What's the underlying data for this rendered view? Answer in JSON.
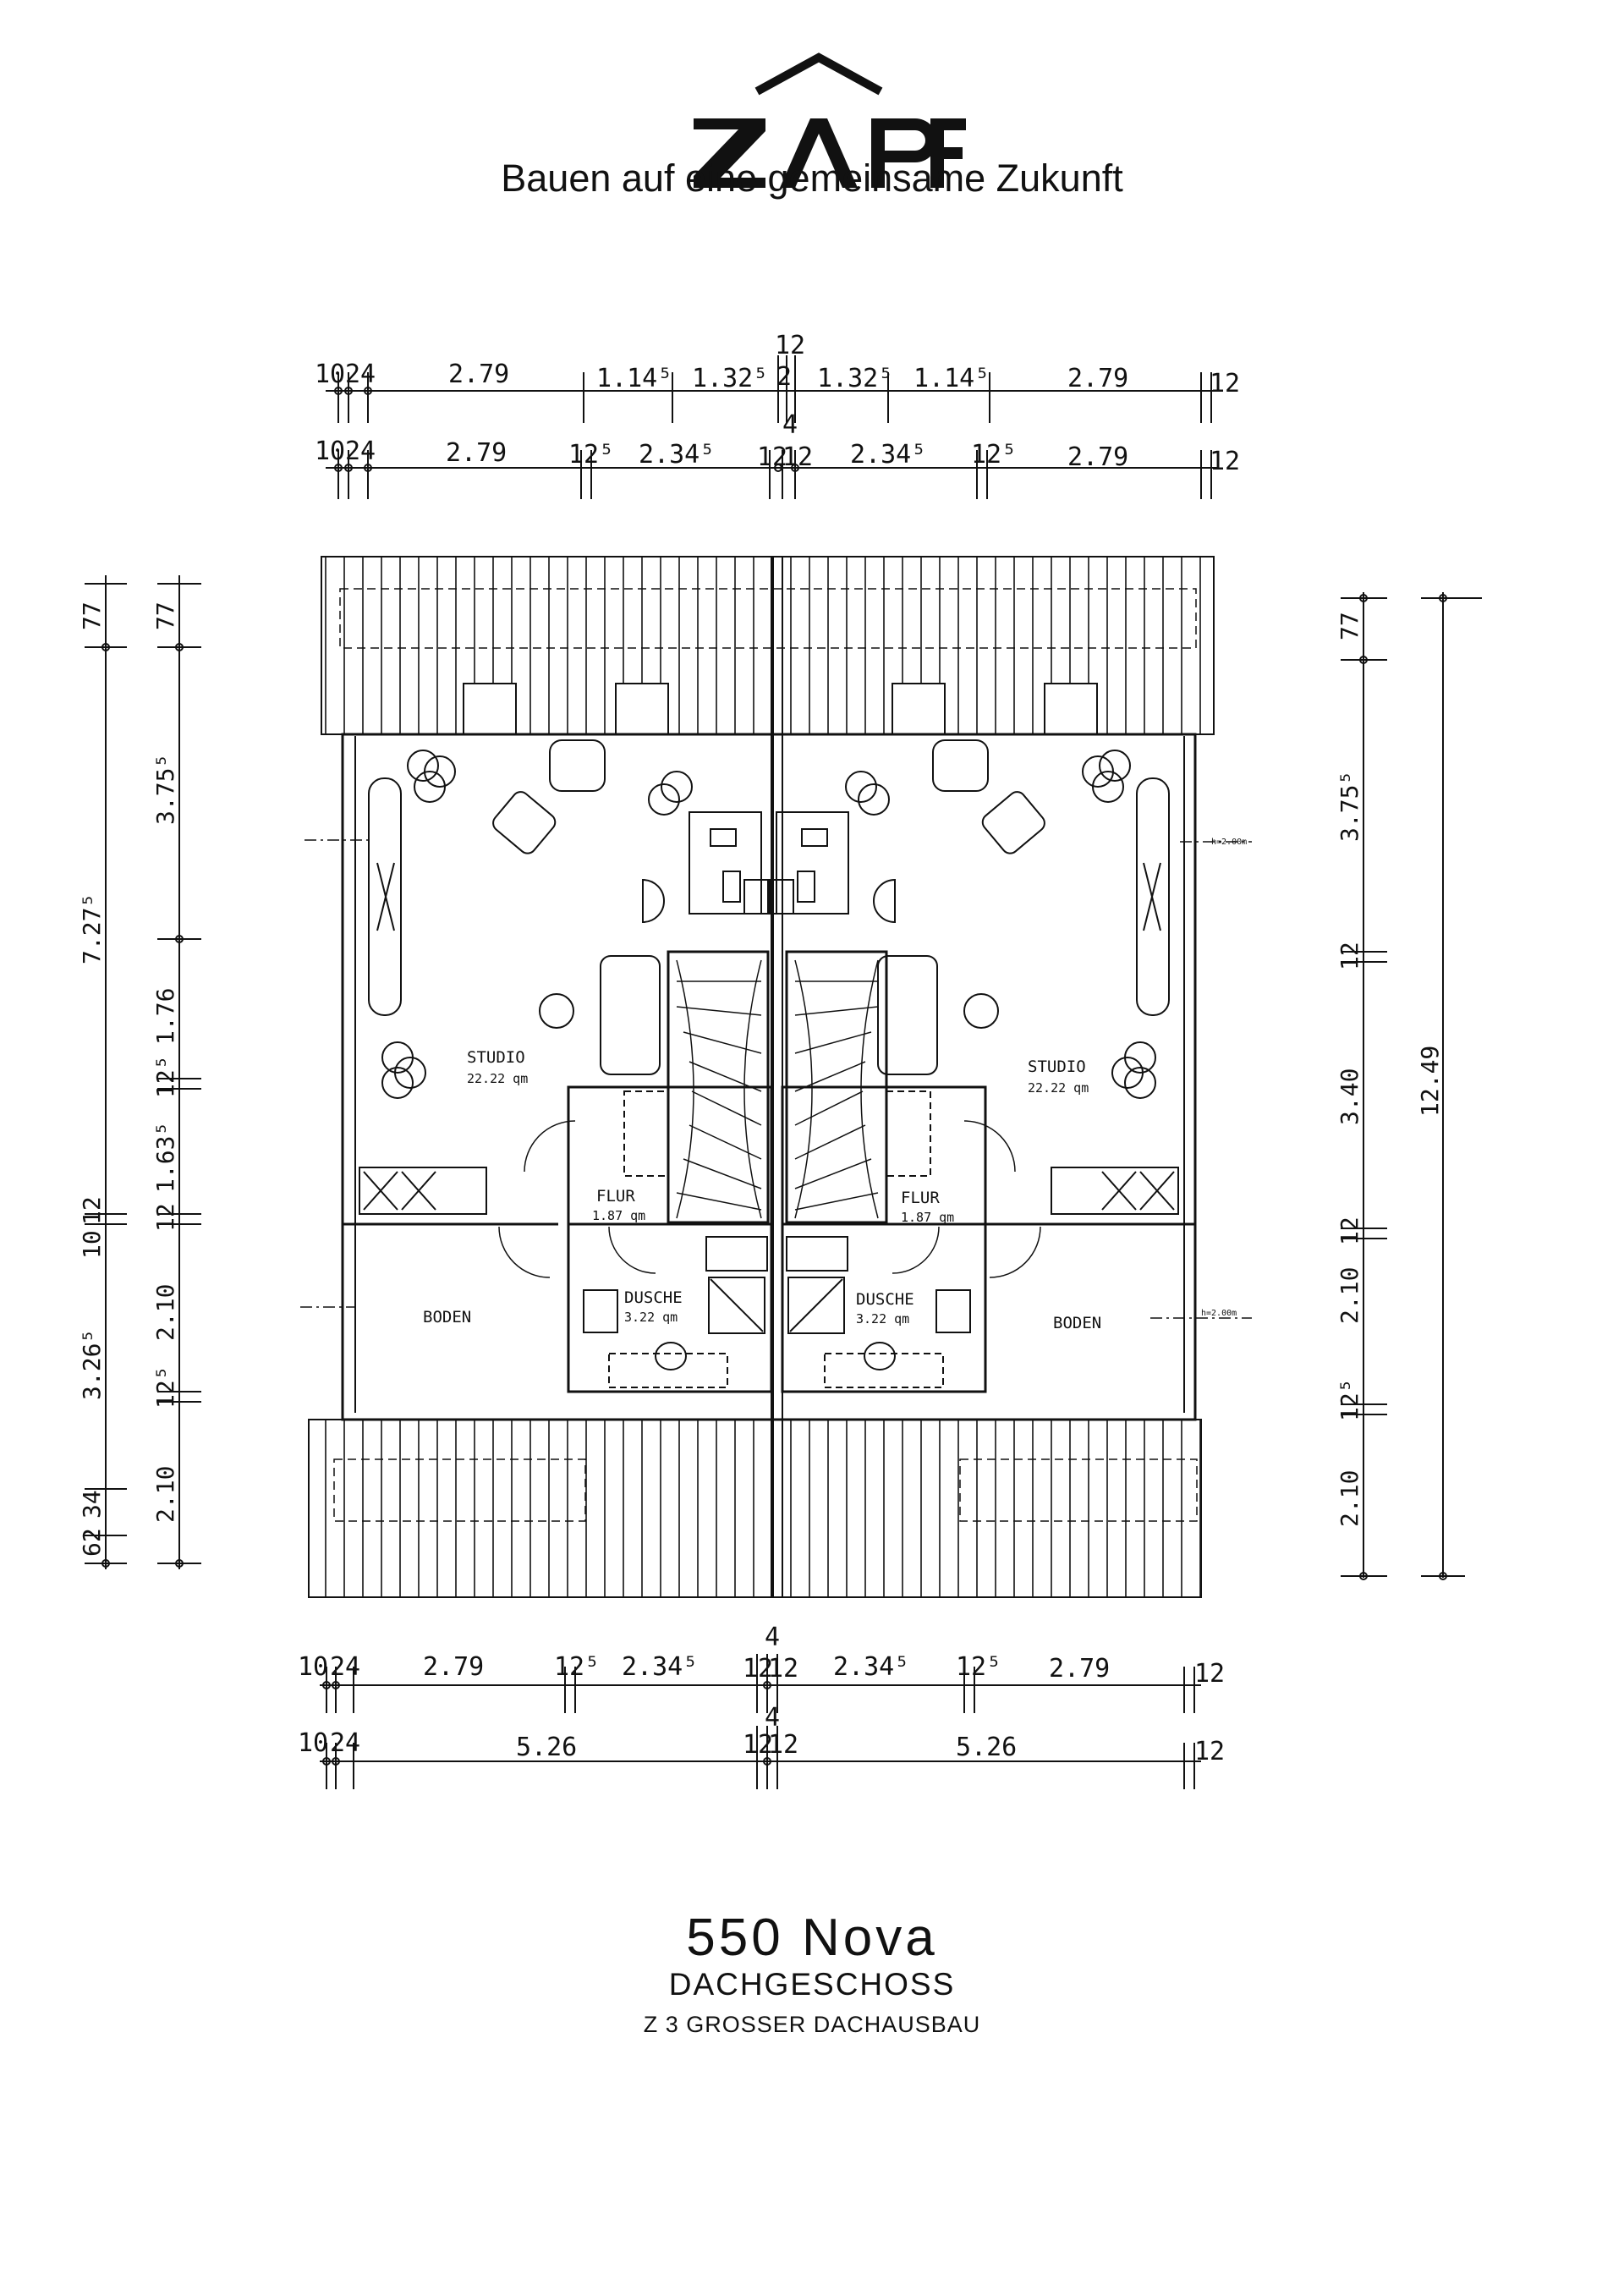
{
  "logo": {
    "name": "ZAPF",
    "tagline": "Bauen auf eine gemeinsame Zukunft"
  },
  "plan": {
    "title": "550 Nova",
    "floor": "DACHGESCHOSS",
    "variant": "Z 3 GROSSER DACHAUSBAU"
  },
  "rooms": {
    "studio_label": "STUDIO",
    "studio_area": "22.22 qm",
    "flur_label": "FLUR",
    "flur_area": "1.87 qm",
    "dusche_label": "DUSCHE",
    "dusche_area": "3.22 qm",
    "boden_label": "BODEN",
    "height_note": "h=2.00m"
  },
  "dims": {
    "top1": [
      "10",
      "24",
      "2.79",
      "1.14⁵",
      "1.32⁵",
      "12",
      "2",
      "4",
      "1.32⁵",
      "1.14⁵",
      "2.79",
      "12"
    ],
    "top2": [
      "10",
      "24",
      "2.79",
      "12⁵",
      "2.34⁵",
      "12",
      "12",
      "2.34⁵",
      "12⁵",
      "2.79",
      "12"
    ],
    "bottom1": [
      "10",
      "24",
      "2.79",
      "12⁵",
      "2.34⁵",
      "12",
      "12",
      "4",
      "2.34⁵",
      "12⁵",
      "2.79",
      "12"
    ],
    "bottom2": [
      "10",
      "24",
      "5.26",
      "12",
      "12",
      "4",
      "5.26",
      "12"
    ],
    "left_outer": [
      "77",
      "7.27⁵",
      "10",
      "12",
      "3.26⁵",
      "62",
      "34"
    ],
    "left_inner": [
      "77",
      "3.75⁵",
      "1.76",
      "12⁵",
      "1.63⁵",
      "12",
      "2.10",
      "12⁵",
      "2.10"
    ],
    "right_inner": [
      "77",
      "3.75⁵",
      "12",
      "3.40",
      "12",
      "2.10",
      "12⁵",
      "2.10"
    ],
    "right_outer": [
      "12.49"
    ]
  }
}
